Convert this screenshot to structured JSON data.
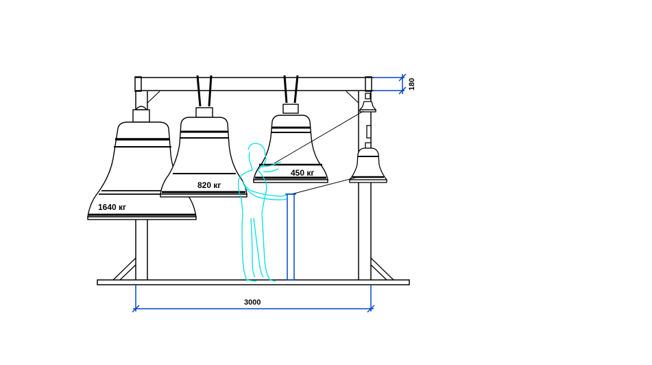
{
  "labels": {
    "bell_large": "1640 кг",
    "bell_medium": "820 кг",
    "bell_small": "450 кг",
    "width_dimension": "3000",
    "height_dimension": "180"
  },
  "colors": {
    "line": "#000000",
    "dimension": "#0044cc",
    "figure": "#00e0e0"
  }
}
